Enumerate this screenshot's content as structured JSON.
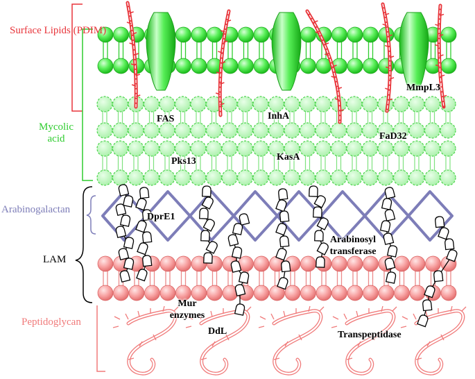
{
  "labels": {
    "surface_lipids": "Surface Lipids (PDIM)",
    "mycolic_acid": "Mycolic acid",
    "arabinogalactan": "Arabinogalactan",
    "lam": "LAM",
    "peptidoglycan": "Peptidoglycan"
  },
  "enzymes": {
    "fas": "FAS",
    "inha": "InhA",
    "mmpl3": "MmpL3",
    "fad32": "FaD32",
    "pks13": "Pks13",
    "kasa": "KasA",
    "dpre1": "DprE1",
    "arabinosyl_transferase": "Arabinosyl transferase",
    "mur_enzymes": "Mur enzymes",
    "ddl": "DdL",
    "transpeptidase": "Transpeptidase"
  },
  "colors": {
    "surface_lipids": "#e8343a",
    "mycolic_acid": "#2ecc2e",
    "arabinogalactan": "#7d7db8",
    "peptidoglycan": "#f07a7a",
    "lam": "#000000",
    "membrane_head": "#33ee33",
    "pg_head": "#f8a8a8"
  }
}
